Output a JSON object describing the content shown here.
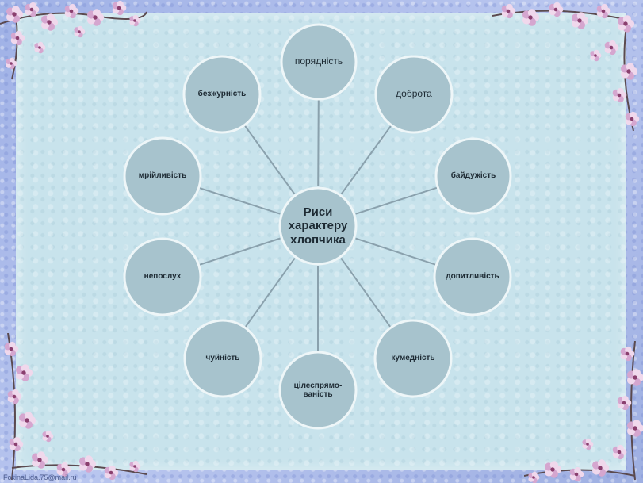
{
  "diagram": {
    "center": {
      "label": "Риси характеру хлопчика"
    },
    "nodes": [
      {
        "id": "poriadnist",
        "label": "порядність"
      },
      {
        "id": "dobrota",
        "label": "доброта"
      },
      {
        "id": "baiduzhist",
        "label": "байдужість"
      },
      {
        "id": "dopytlyvist",
        "label": "допитливість"
      },
      {
        "id": "kumednist",
        "label": "кумедність"
      },
      {
        "id": "tsilespriamovanist",
        "label": "цілеспрямо-\nваність"
      },
      {
        "id": "chuinist",
        "label": "чуйність"
      },
      {
        "id": "neposlukh",
        "label": "непослух"
      },
      {
        "id": "mriilyvist",
        "label": "мрійливість"
      },
      {
        "id": "bezzhurnist",
        "label": "безжурність"
      }
    ]
  },
  "colors": {
    "circle_fill": "#a7c3cd",
    "circle_stroke": "#eef6f8",
    "connector": "#8aa1ad",
    "flower_petal": "#d5a6cf",
    "flower_petal_light": "#f0d8ec",
    "flower_center": "#8a3f6e",
    "branch": "#5b4a4f"
  },
  "watermark": "FokinaLida.75@mail.ru"
}
